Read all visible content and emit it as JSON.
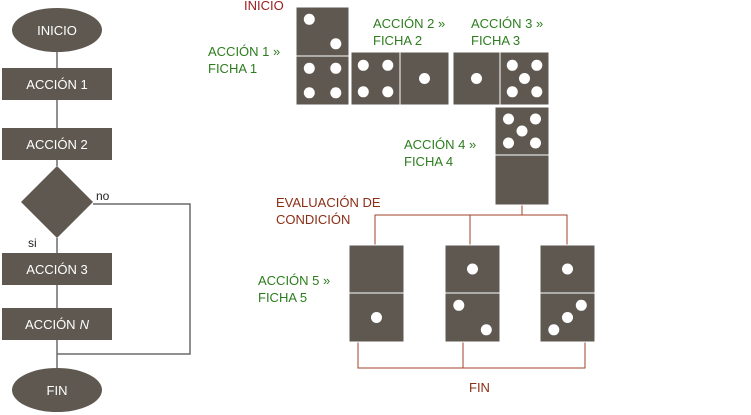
{
  "flowchart": {
    "start_label": "INICIO",
    "action1_label": "ACCIÓN 1",
    "action2_label": "ACCIÓN 2",
    "no_label": "no",
    "yes_label": "si",
    "action3_label": "ACCIÓN 3",
    "actionN_prefix": "ACCIÓN",
    "actionN_var": "N",
    "end_label": "FIN"
  },
  "domino": {
    "start_label": "INICIO",
    "action1_line1": "ACCIÓN 1 »",
    "action1_line2": "FICHA 1",
    "action2_line1": "ACCIÓN 2 »",
    "action2_line2": "FICHA 2",
    "action3_line1": "ACCIÓN 3 »",
    "action3_line2": "FICHA 3",
    "action4_line1": "ACCIÓN 4 »",
    "action4_line2": "FICHA 4",
    "condition_line1": "EVALUACIÓN DE",
    "condition_line2": "CONDICIÓN",
    "action5_line1": "ACCIÓN 5 »",
    "action5_line2": "FICHA 5",
    "end_label": "FIN"
  },
  "colors": {
    "tile": "#5e5850",
    "tile_border": "#ffffff",
    "pip": "#ffffff",
    "connector": "#a0412a",
    "label_green": "#2d7d1e",
    "label_red": "#9b1b1b",
    "label_brown": "#8b2e16",
    "flow_text": "#ffffff",
    "flow_line": "#6b6b6b"
  },
  "tiles": [
    {
      "name": "domino-tile-start-top",
      "pips": 2
    },
    {
      "name": "domino-tile-start-bottom",
      "pips": 4
    },
    {
      "name": "domino-tile-2-left",
      "pips": 4
    },
    {
      "name": "domino-tile-2-right",
      "pips": 1
    },
    {
      "name": "domino-tile-3-left",
      "pips": 1
    },
    {
      "name": "domino-tile-3-right",
      "pips": 5
    },
    {
      "name": "domino-tile-4-top",
      "pips": 5
    },
    {
      "name": "domino-tile-4-bottom",
      "pips": 0
    },
    {
      "name": "domino-tile-5-top",
      "pips": 0
    },
    {
      "name": "domino-tile-5-bottom",
      "pips": 1
    },
    {
      "name": "domino-tile-6-top",
      "pips": 1
    },
    {
      "name": "domino-tile-6-bottom",
      "pips": 2
    },
    {
      "name": "domino-tile-7-top",
      "pips": 1
    },
    {
      "name": "domino-tile-7-bottom",
      "pips": 3
    }
  ]
}
